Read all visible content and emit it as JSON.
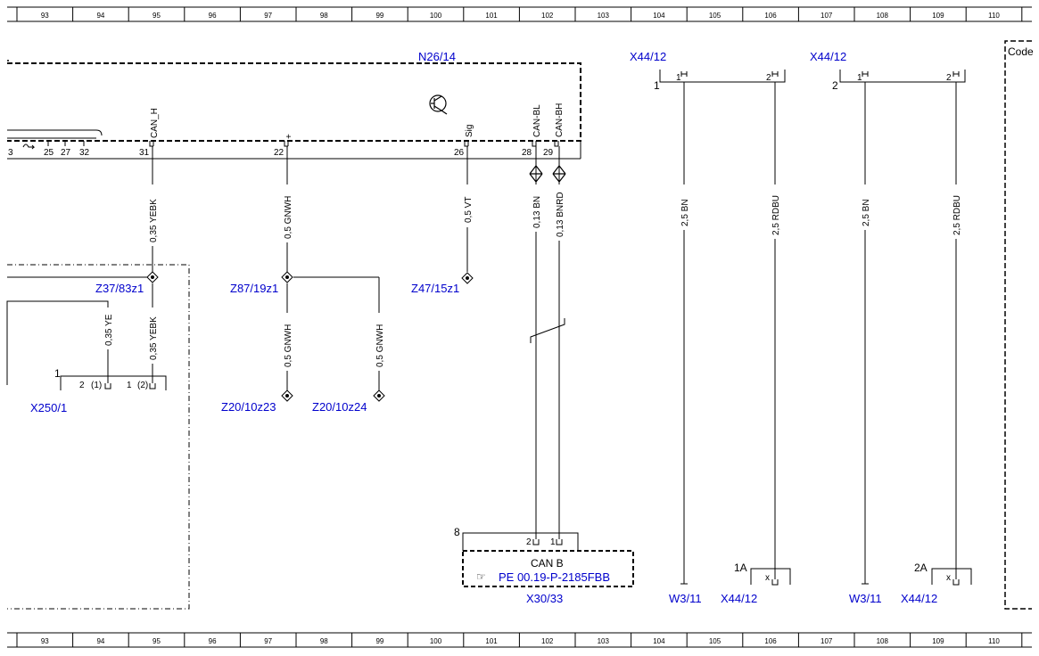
{
  "ruler": {
    "columns": [
      "93",
      "94",
      "95",
      "96",
      "97",
      "98",
      "99",
      "100",
      "101",
      "102",
      "103",
      "104",
      "105",
      "106",
      "107",
      "108",
      "109",
      "110"
    ]
  },
  "components": {
    "n26_14": "N26/14",
    "x44_12_a": "X44/12",
    "x44_12_b": "X44/12",
    "code": "Code",
    "z37_83z1": "Z37/83z1",
    "z87_19z1": "Z87/19z1",
    "z47_15z1": "Z47/15z1",
    "x250_1": "X250/1",
    "z20_10z23": "Z20/10z23",
    "z20_10z24": "Z20/10z24",
    "x30_33": "X30/33",
    "w3_11_a": "W3/11",
    "x44_12_c": "X44/12",
    "w3_11_b": "W3/11",
    "x44_12_d": "X44/12",
    "can_b_title": "CAN B",
    "can_b_ref": "PE 00.19-P-2185FBB"
  },
  "pins": {
    "n26_pin_3": "3",
    "n26_pin_25": "25",
    "n26_pin_27": "27",
    "n26_pin_32": "32",
    "n26_pin_31": "31",
    "n26_pin_22": "22",
    "n26_pin_26": "26",
    "n26_pin_28": "28",
    "n26_pin_29": "29",
    "sig_can_h": "CAN_H",
    "sig_plus": "+",
    "sig_sig": "Sig",
    "sig_can_bl": "CAN-BL",
    "sig_can_bh": "CAN-BH",
    "x44a_conn_num": "1",
    "x44a_pin1": "1",
    "x44a_pin2": "2",
    "x44b_conn_num": "2",
    "x44b_pin1": "1",
    "x44b_pin2": "2",
    "x250_conn_num": "1",
    "x250_pin_a": "2",
    "x250_pin_a_alt": "(1)",
    "x250_pin_b": "1",
    "x250_pin_b_alt": "(2)",
    "x30_conn_num": "8",
    "x30_pin2": "2",
    "x30_pin1": "1",
    "x44c_conn": "1A",
    "x44d_conn": "2A",
    "x_mark_c": "x",
    "x_mark_d": "x"
  },
  "wires": {
    "w_31": "0,35 YEBK",
    "w_22": "0,5 GNWH",
    "w_26": "0,5 VT",
    "w_28": "0,13 BN",
    "w_29": "0,13 BNRD",
    "w_x44a_1": "2,5 BN",
    "w_x44a_2": "2,5 RDBU",
    "w_x44b_1": "2,5 BN",
    "w_x44b_2": "2,5 RDBU",
    "w_x250_a": "0,35 YE",
    "w_x250_b": "0,35 YEBK",
    "w_z20_23": "0,5 GNWH",
    "w_z20_24": "0,5 GNWH"
  }
}
